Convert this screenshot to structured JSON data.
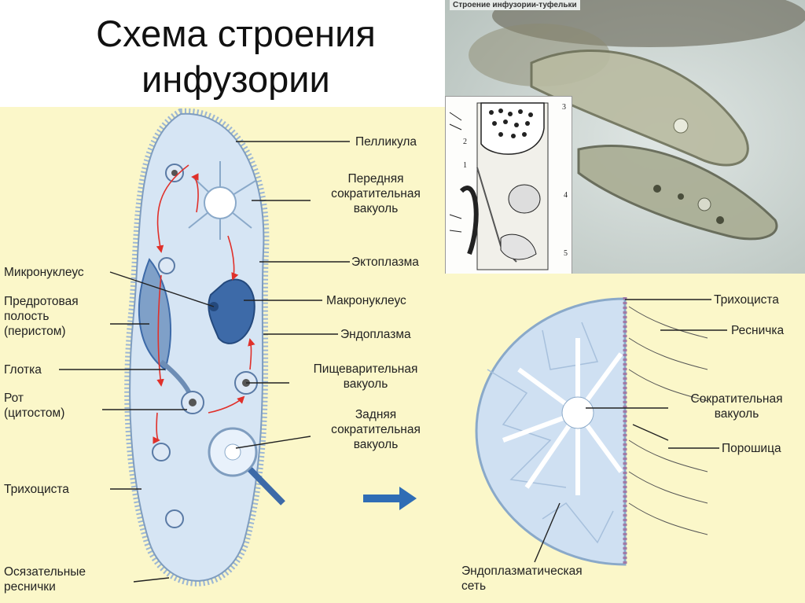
{
  "title": "Схема строения инфузории",
  "photo": {
    "caption": "Строение инфузории-туфельки"
  },
  "inset": {
    "numbers": [
      "3",
      "2",
      "1",
      "4",
      "5"
    ]
  },
  "labels": {
    "pellicle": "Пелликула",
    "anterior_vacuole": "Передняя\nсократительная\nвакуоль",
    "ectoplasm": "Эктоплазма",
    "micronucleus": "Микронуклеус",
    "peristome": "Предротовая\nполость\n(перистом)",
    "macronucleus": "Макронуклеус",
    "endoplasm": "Эндоплазма",
    "pharynx": "Глотка",
    "digestive_vacuole": "Пищеварительная\nвакуоль",
    "mouth": "Рот\n(цитостом)",
    "posterior_vacuole": "Задняя\nсократительная\nвакуоль",
    "trichocyst_left": "Трихоциста",
    "tactile_cilia": "Осязательные\nреснички",
    "trichocyst_right": "Трихоциста",
    "cilium": "Ресничка",
    "contractile_vacuole": "Сократительная\nвакуоль",
    "pore": "Порошица",
    "endoplasmic_network": "Эндоплазматическая\nсеть"
  },
  "colors": {
    "panel_bg": "#fbf7c9",
    "cell_fill": "#cfe0f2",
    "cell_edge": "#8aa9c9",
    "nucleus": "#3d6aa8",
    "arrow_red": "#e0302a",
    "arrow_blue": "#2f6db5"
  }
}
